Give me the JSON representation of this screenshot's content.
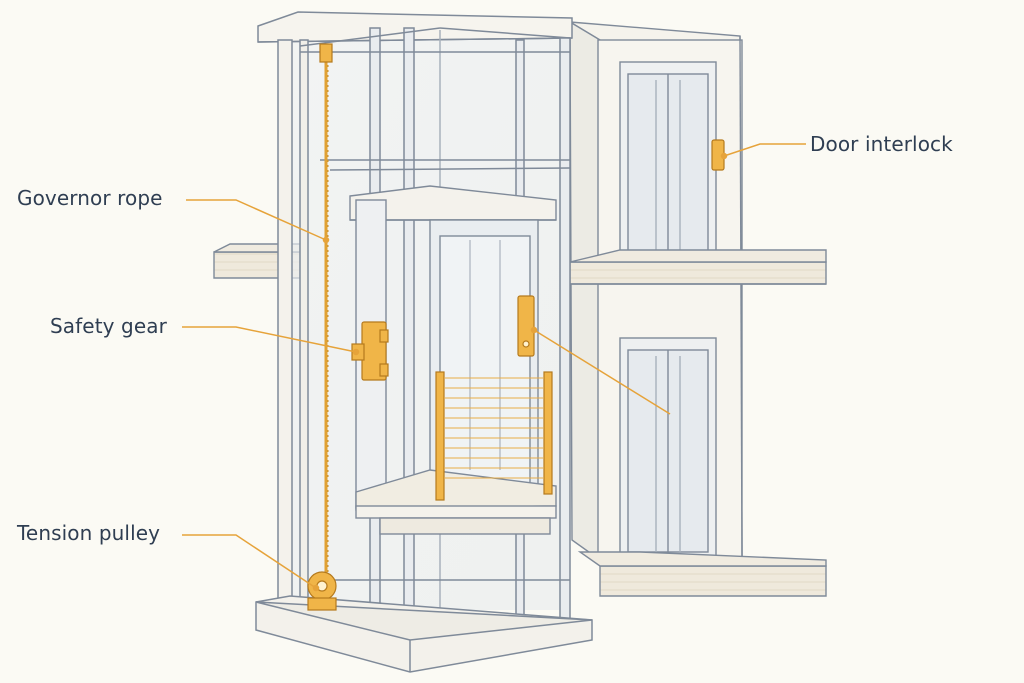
{
  "labels": {
    "governor_rope": "Governor rope",
    "safety_gear": "Safety gear",
    "tension_pulley": "Tension pulley",
    "door_interlock": "Door interlock"
  },
  "colors": {
    "background": "#fbfaf4",
    "outline": "#7f8a99",
    "accent": "#e9a63a",
    "text": "#2f3e52",
    "wall": "#f5f3ec",
    "slab": "#ece6d9"
  }
}
